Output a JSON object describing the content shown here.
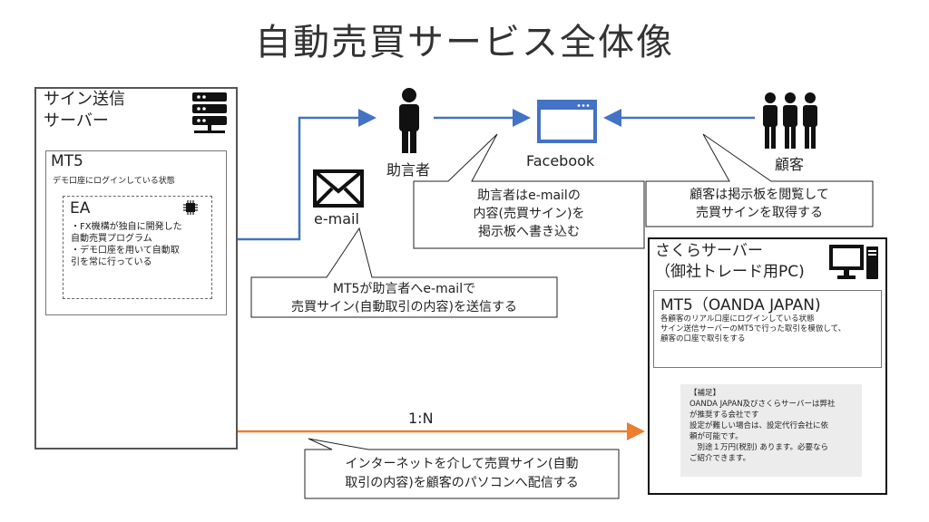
{
  "title": "自動売買サービス全体像",
  "colors": {
    "blue_arrow": "#4472c4",
    "orange_arrow": "#ed7d31",
    "icon_blue": "#4472c4",
    "icon_dark": "#111111"
  },
  "signal_server": {
    "title": "サイン送信\nサーバー",
    "mt5": {
      "title": "MT5",
      "desc": "デモ口座にログインしている状態",
      "ea": {
        "title": "EA",
        "desc": "・FX機構が独自に開発した\n自動売買プログラム\n・デモ口座を用いて自動取\n引を常に行っている"
      }
    }
  },
  "advisor": {
    "label": "助言者"
  },
  "facebook": {
    "label": "Facebook"
  },
  "customers": {
    "label": "顧客"
  },
  "email": {
    "label": "e-mail"
  },
  "callouts": {
    "advisor_writes": "助言者はe-mailの\n内容(売買サイン)を\n掲示板へ書き込む",
    "customer_reads": "顧客は掲示板を閲覧して\n売買サインを取得する",
    "mt5_sends": "MT5が助言者へe-mailで\n売買サイン(自動取引の内容)を送信する",
    "internet": "インターネットを介して売買サイン(自動\n取引の内容)を顧客のパソコンへ配信する"
  },
  "ratio_label": "1:N",
  "sakura": {
    "title": "さくらサーバー\n（御社トレード用PC)",
    "mt5": {
      "title": "MT5（OANDA JAPAN)",
      "desc": "各顧客のリアル口座にログインしている状態\nサイン送信サーバーのMT5で行った取引を模倣して、\n顧客の口座で取引をする"
    },
    "note": "【補足】\nOANDA JAPAN及びさくらサーバーは弊社\nが推奨する会社です\n設定が難しい場合は、設定代行会社に依\n頼が可能です。\n　別途１万円(税別) あります。必要なら\nご紹介できます。"
  }
}
